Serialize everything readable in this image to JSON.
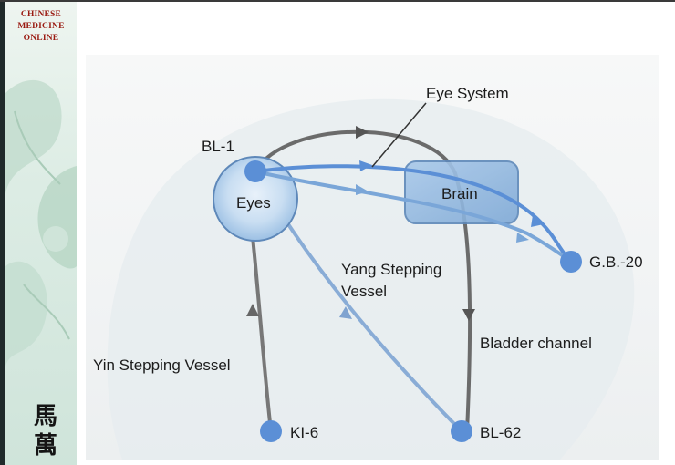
{
  "brand": {
    "line1": "CHINESE",
    "line2": "MEDICINE",
    "line3": "ONLINE",
    "glyph_top": "馬",
    "glyph_bottom": "萬"
  },
  "diagram": {
    "labels": {
      "bl1": "BL-1",
      "eyes": "Eyes",
      "eye_system": "Eye System",
      "brain": "Brain",
      "gb20": "G.B.-20",
      "yang_line1": "Yang Stepping",
      "yang_line2": "Vessel",
      "bladder": "Bladder channel",
      "yin": "Yin Stepping Vessel",
      "ki6": "KI-6",
      "bl62": "BL-62"
    },
    "colors": {
      "point": "#5b8fd6",
      "blue_path": "#6f9fd0",
      "grey_path": "#6b6b6b",
      "eye_circle": "#9cc0e4",
      "brain_box": "#8fb7e0"
    }
  }
}
